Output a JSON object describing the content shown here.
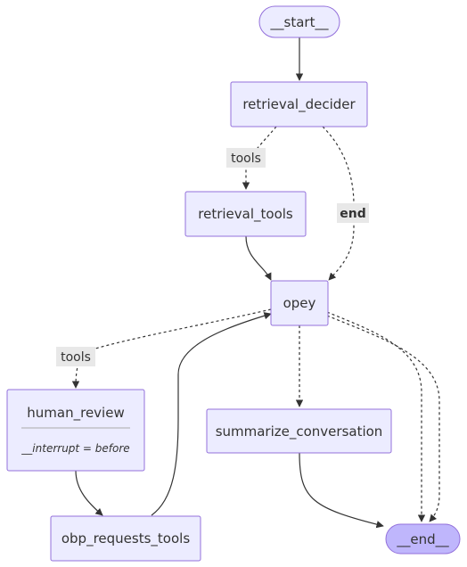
{
  "diagram": {
    "nodes": {
      "start": "__start__",
      "retrieval_decider": "retrieval_decider",
      "retrieval_tools": "retrieval_tools",
      "opey": "opey",
      "human_review": "human_review",
      "human_review_note": "__interrupt = before",
      "summarize_conversation": "summarize_conversation",
      "obp_requests_tools": "obp_requests_tools",
      "end": "__end__"
    },
    "edge_labels": {
      "decider_tools": "tools",
      "decider_end": "end",
      "opey_tools": "tools"
    },
    "colors": {
      "node_fill": "#ECECFF",
      "node_stroke": "#9370DB",
      "terminal_fill": "#BFB6FC",
      "edge": "#333333",
      "label_bg": "#E8E8E8"
    }
  }
}
